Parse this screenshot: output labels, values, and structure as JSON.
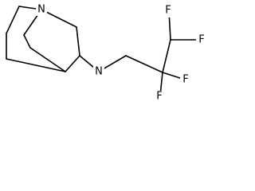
{
  "molecule": {
    "atoms": {
      "quinuclidine_nitrogen": "N",
      "amine_nitrogen": "N",
      "fluorine_terminal_top": "F",
      "fluorine_terminal_right": "F",
      "fluorine_beta_top": "F",
      "fluorine_beta_bottom": "F"
    }
  }
}
